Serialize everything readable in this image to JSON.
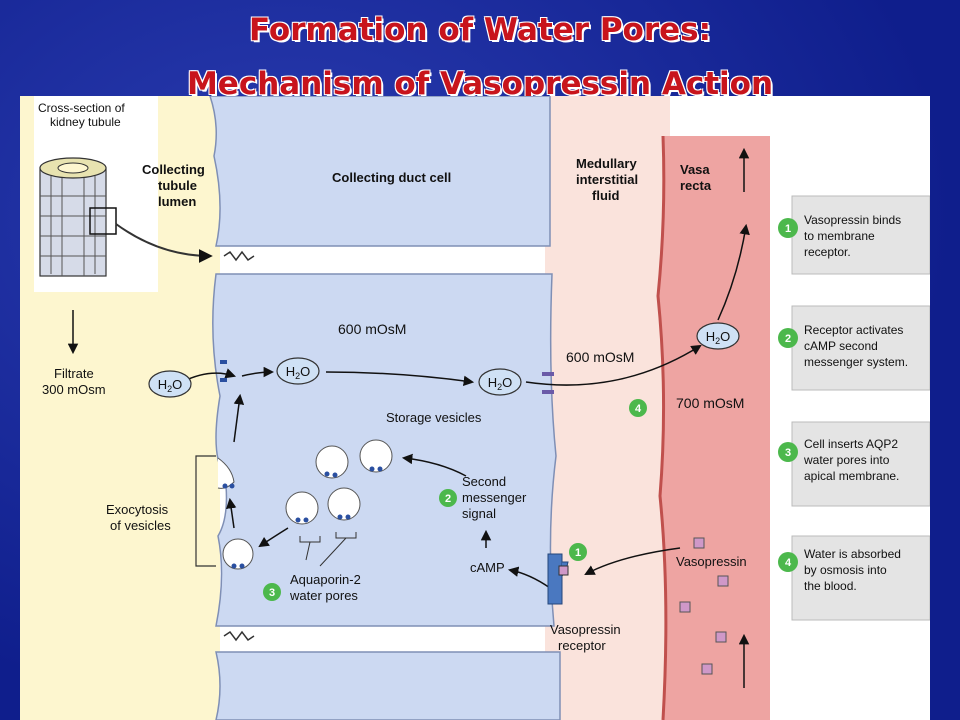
{
  "title": {
    "line1": "Formation of Water Pores:",
    "line2": "Mechanism of Vasopressin Action"
  },
  "colors": {
    "background": "#0f1e8c",
    "title": "#c8141c",
    "lumen": "#fdf6cf",
    "cell": "#ccd9f2",
    "interstitial": "#fae3dc",
    "vasa_recta": "#eea4a2",
    "step_circle": "#4cb84c",
    "receptor": "#4a78c0",
    "vasopressin": "#cf98c8"
  },
  "inset": {
    "label_line1": "Cross-section of",
    "label_line2": "kidney tubule",
    "filtrate_line1": "Filtrate",
    "filtrate_line2": "300 mOsm"
  },
  "regions": {
    "lumen_line1": "Collecting",
    "lumen_line2": "tubule",
    "lumen_line3": "lumen",
    "cell": "Collecting duct cell",
    "interstitial_line1": "Medullary",
    "interstitial_line2": "interstitial",
    "interstitial_line3": "fluid",
    "vasa_line1": "Vasa",
    "vasa_line2": "recta"
  },
  "labels": {
    "cell_osm": "600 mOsM",
    "interstitial_osm": "600 mOsM",
    "vasa_osm": "700 mOsM",
    "h2o_main": "H",
    "h2o_sub": "2",
    "h2o_end": "O",
    "storage_vesicles": "Storage vesicles",
    "second_messenger_line1": "Second",
    "second_messenger_line2": "messenger",
    "second_messenger_line3": "signal",
    "camp": "cAMP",
    "exocytosis_line1": "Exocytosis",
    "exocytosis_line2": "of vesicles",
    "aquaporin_line1": "Aquaporin-2",
    "aquaporin_line2": "water pores",
    "vasopressin": "Vasopressin",
    "receptor_line1": "Vasopressin",
    "receptor_line2": "receptor"
  },
  "steps": [
    {
      "number": "1",
      "line1": "Vasopressin binds",
      "line2": "to membrane",
      "line3": "receptor."
    },
    {
      "number": "2",
      "line1": "Receptor activates",
      "line2": "cAMP second",
      "line3": "messenger system."
    },
    {
      "number": "3",
      "line1": "Cell inserts AQP2",
      "line2": "water pores into",
      "line3": "apical membrane."
    },
    {
      "number": "4",
      "line1": "Water is absorbed",
      "line2": "by osmosis into",
      "line3": "the blood."
    }
  ]
}
